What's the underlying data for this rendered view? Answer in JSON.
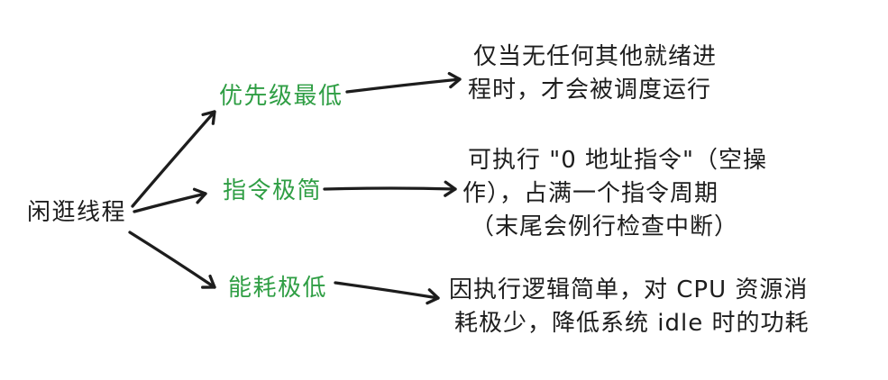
{
  "colors": {
    "branch_green": "#2f9e44",
    "ink": "#1d1d1d",
    "background": "#ffffff"
  },
  "root": {
    "label": "闲逛线程"
  },
  "branches": [
    {
      "label": "优先级最低",
      "description_lines": [
        "仅当无任何其他就绪进",
        "程时，才会被调度运行"
      ]
    },
    {
      "label": "指令极简",
      "description_lines": [
        "可执行 \"0 地址指令\"（空操",
        "作），占满一个指令周期",
        "（末尾会例行检查中断）"
      ]
    },
    {
      "label": "能耗极低",
      "description_lines": [
        "因执行逻辑简单，对 CPU 资源消",
        "耗极少，降低系统 idle 时的功耗"
      ]
    }
  ]
}
